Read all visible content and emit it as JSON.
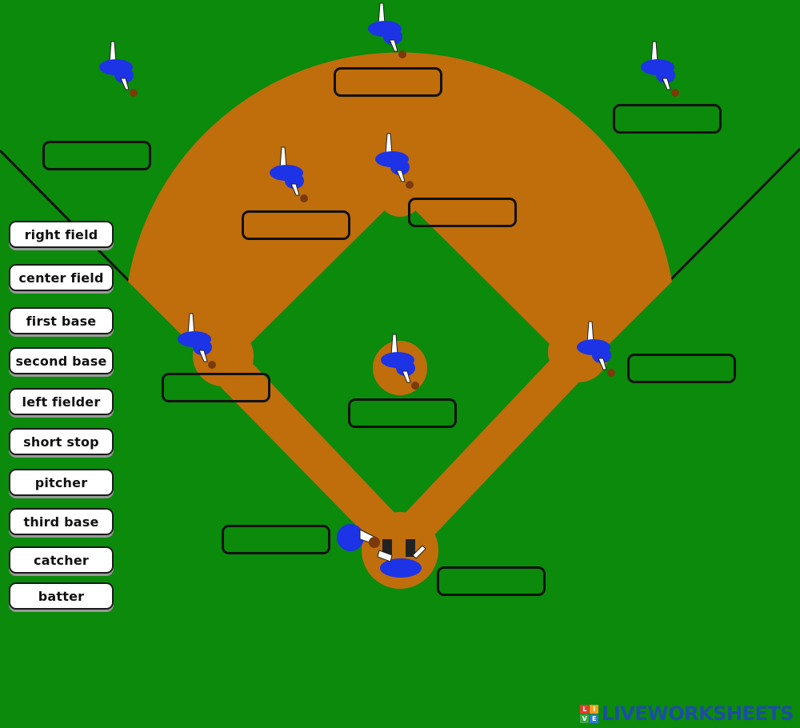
{
  "labels": [
    "right field",
    "center field",
    "first base",
    "second base",
    "left fielder",
    "short stop",
    "pitcher",
    "third base",
    "catcher",
    "batter"
  ],
  "brand": {
    "name": "LIVEWORKSHEETS",
    "logo_letters": [
      "L",
      "I",
      "V",
      "E"
    ],
    "logo_colors": [
      "#e63b2e",
      "#f2a01c",
      "#3aa845",
      "#2a7bd4"
    ]
  },
  "colors": {
    "grass": "#0b8a0b",
    "infield_dirt": "#c06d0c",
    "jersey": "#1c33e6",
    "box_border": "#111111",
    "foul_line": "#111111"
  }
}
